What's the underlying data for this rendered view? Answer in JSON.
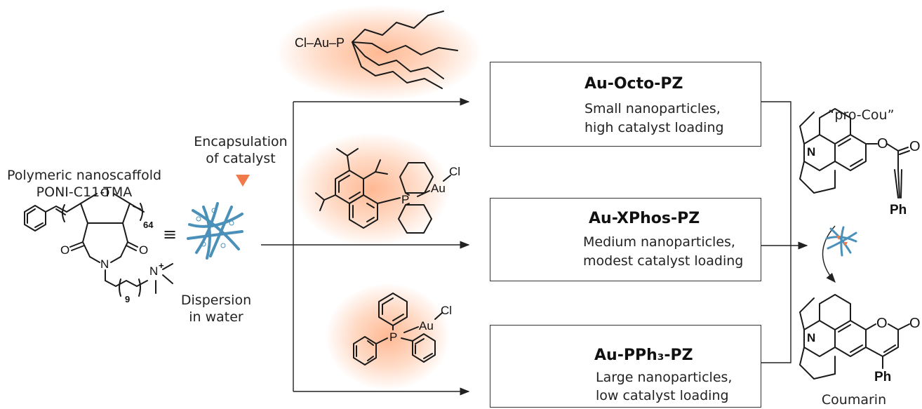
{
  "polymer": {
    "title_line1": "Polymeric nanoscaffold",
    "title_line2": "PONI-C11-TMA",
    "subscript_n": "64",
    "subscript_m": "9",
    "atom_o": "O",
    "atom_n": "N",
    "atom_o_left": "O",
    "atom_o_right": "O",
    "atom_n_plus": "N",
    "charge": "+"
  },
  "equiv_symbol": "≡",
  "dispersion": {
    "line1": "Dispersion",
    "line2": "in water"
  },
  "encapsulation": {
    "line1": "Encapsulation",
    "line2": "of catalyst"
  },
  "catalysts": {
    "octo": {
      "formula": "Cl–Au–P"
    },
    "xphos": {
      "atom_p": "P",
      "atom_au": "Au",
      "atom_cl": "Cl"
    },
    "pph3": {
      "atom_p": "P",
      "atom_au": "Au",
      "atom_cl": "Cl"
    }
  },
  "boxes": [
    {
      "title": "Au-Octo-PZ",
      "desc1": "Small nanoparticles,",
      "desc2": "high catalyst loading"
    },
    {
      "title": "Au-XPhos-PZ",
      "desc1": "Medium nanoparticles,",
      "desc2": "modest catalyst loading"
    },
    {
      "title": "Au-PPh₃-PZ",
      "desc1": "Large nanoparticles,",
      "desc2": "low catalyst loading"
    }
  ],
  "pro_cou": {
    "label": "“pro-Cou”",
    "atom_n": "N",
    "atom_o1": "O",
    "atom_o2": "O",
    "atom_ph": "Ph"
  },
  "coumarin": {
    "label": "Coumarin",
    "atom_n": "N",
    "atom_o1": "O",
    "atom_o2": "O",
    "atom_ph": "Ph"
  },
  "colors": {
    "accent": "#f07a4a",
    "nanoparticle": "#4a90b8",
    "glow": "#ffb48a"
  }
}
